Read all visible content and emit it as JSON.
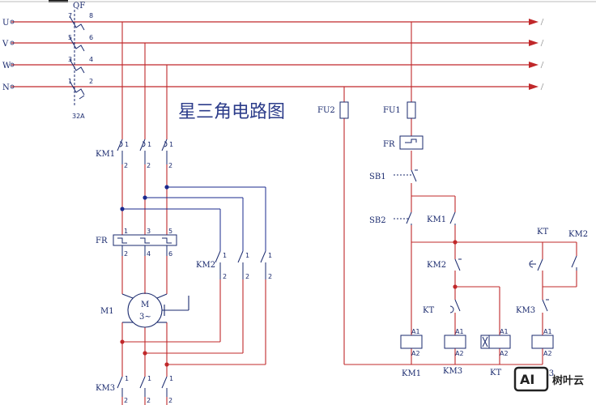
{
  "title": "星三角电路图",
  "watermark": {
    "logo_text": "AI",
    "text": "树叶云"
  },
  "lines": [
    "U",
    "V",
    "W",
    "N"
  ],
  "breaker": {
    "name": "QF",
    "rating": "32A",
    "pins": [
      "7",
      "8",
      "5",
      "6",
      "3",
      "4",
      "1",
      "2"
    ]
  },
  "fuses": {
    "fu1": "FU1",
    "fu2": "FU2"
  },
  "relay": {
    "fr": "FR"
  },
  "buttons": {
    "sb1": "SB1",
    "sb2": "SB2"
  },
  "contact_labels": {
    "km1_main": "KM1",
    "km2_main": "KM2",
    "km3_main": "KM3",
    "km1_aux": "KM1",
    "km2_aux": "KM2",
    "kt_aux": "KT",
    "kt_top": "KT",
    "km2_top": "KM2",
    "km3_aux": "KM3"
  },
  "motor": {
    "name": "M1",
    "symbol": "M",
    "phases": "3~"
  },
  "pins": {
    "one": "1",
    "two": "2",
    "three": "3",
    "four": "4",
    "five": "5",
    "six": "6",
    "a1": "A1",
    "a2": "A2"
  },
  "coils": [
    "KM1",
    "KM3",
    "KT",
    "KM3"
  ],
  "colors": {
    "power": "#c0282a",
    "control": "#1a2a8e",
    "bus": "#b03030"
  }
}
